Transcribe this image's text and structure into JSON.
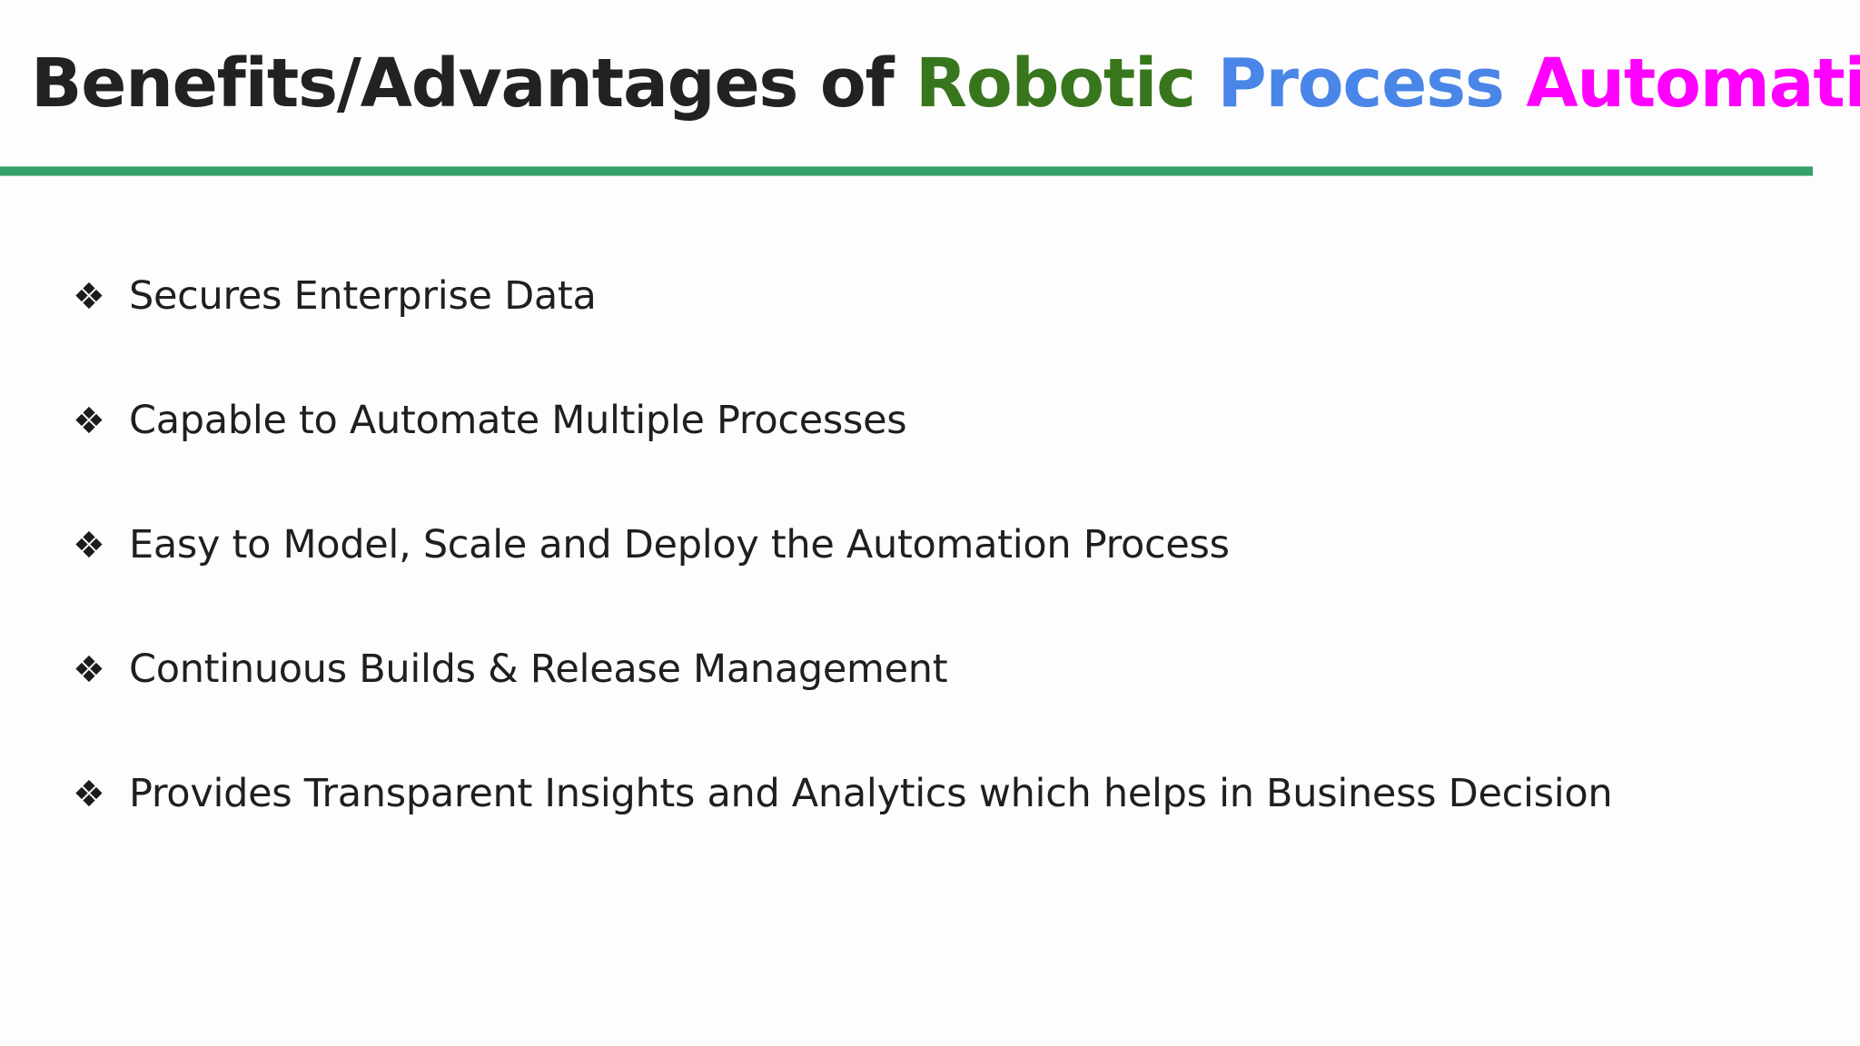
{
  "slide": {
    "background_color": "#fdfdfd",
    "title": {
      "segments": [
        {
          "text": "Benefits/Advantages of ",
          "color": "#222222"
        },
        {
          "text": "Robotic ",
          "color": "#38761d"
        },
        {
          "text": "Process ",
          "color": "#4a86e8"
        },
        {
          "text": "Automation",
          "color": "#ff00ff"
        }
      ],
      "plain_text": "Benefits/Advantages of Robotic Process Automation"
    },
    "divider": {
      "color": "#34a06a"
    },
    "bullets": {
      "marker_glyph": "❖",
      "marker_name": "four-diamond-bullet-icon",
      "items": [
        {
          "text": "Secures Enterprise Data"
        },
        {
          "text": "Capable to Automate Multiple Processes"
        },
        {
          "text": "Easy to Model, Scale and Deploy the Automation Process"
        },
        {
          "text": "Continuous Builds & Release Management"
        },
        {
          "text": "Provides Transparent Insights and Analytics which helps in Business Decision"
        }
      ]
    }
  }
}
